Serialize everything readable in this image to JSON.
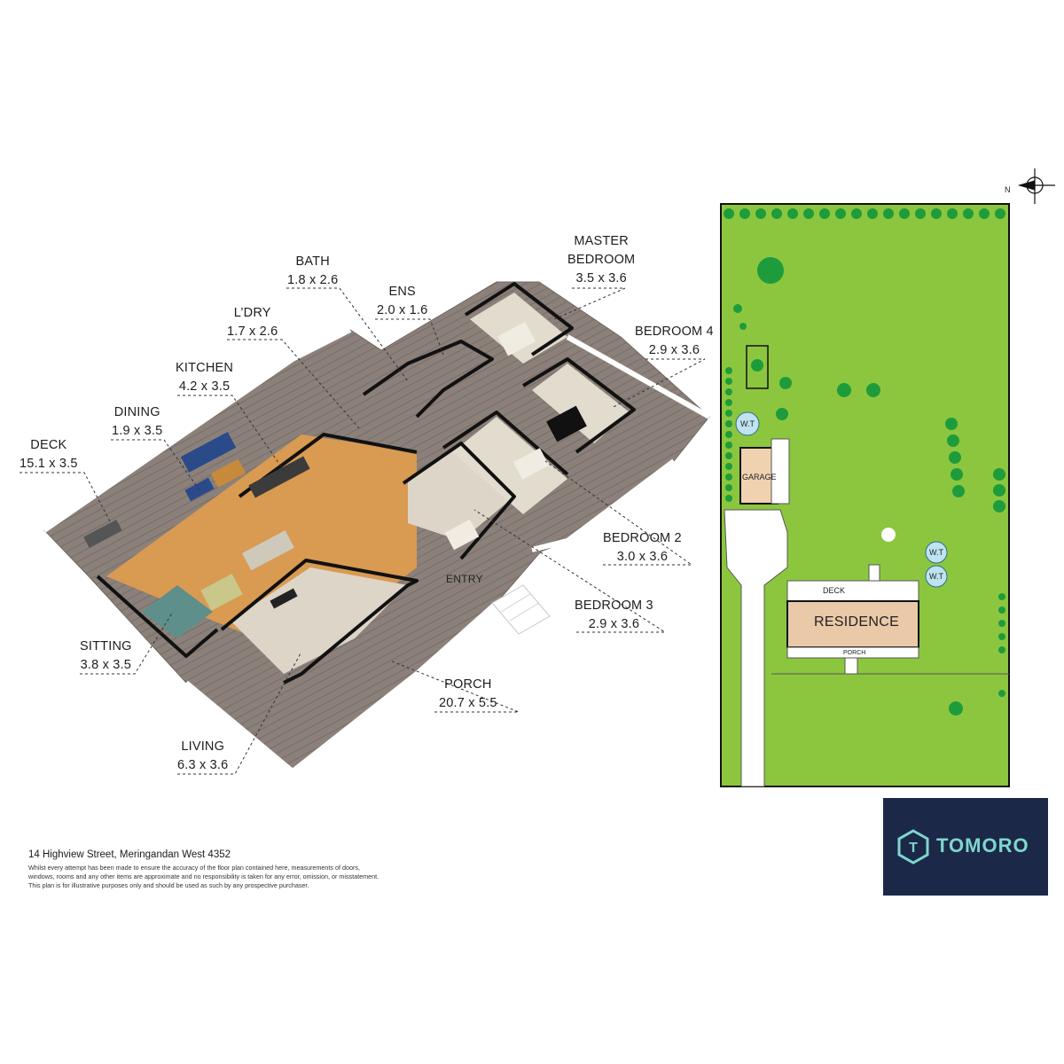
{
  "rooms": {
    "deck": {
      "name": "DECK",
      "dims": "15.1 x 3.5"
    },
    "dining": {
      "name": "DINING",
      "dims": "1.9 x 3.5"
    },
    "kitchen": {
      "name": "KITCHEN",
      "dims": "4.2 x 3.5"
    },
    "laundry": {
      "name": "L’DRY",
      "dims": "1.7 x 2.6"
    },
    "bath": {
      "name": "BATH",
      "dims": "1.8 x 2.6"
    },
    "ensuite": {
      "name": "ENS",
      "dims": "2.0 x 1.6"
    },
    "master_bedroom": {
      "name_line1": "MASTER",
      "name_line2": "BEDROOM",
      "dims": "3.5 x 3.6"
    },
    "bedroom4": {
      "name": "BEDROOM 4",
      "dims": "2.9 x 3.6"
    },
    "bedroom2": {
      "name": "BEDROOM 2",
      "dims": "3.0 x 3.6"
    },
    "bedroom3": {
      "name": "BEDROOM 3",
      "dims": "2.9 x 3.6"
    },
    "porch": {
      "name": "PORCH",
      "dims": "20.7 x 5.5"
    },
    "living": {
      "name": "LIVING",
      "dims": "6.3 x 3.6"
    },
    "sitting": {
      "name": "SITTING",
      "dims": "3.8 x 3.5"
    },
    "entry": {
      "name": "ENTRY"
    }
  },
  "site_plan": {
    "compass": "N",
    "garage": "GARAGE",
    "deck": "DECK",
    "residence": "RESIDENCE",
    "porch": "PORCH",
    "water_tank": "W.T"
  },
  "footer": {
    "address": "14 Highview Street, Meringandan West 4352",
    "disclaimer_lines": [
      "Whilst every attempt has been made to ensure the accuracy of the floor plan contained here, measurements of doors,",
      "windows, rooms and any other items are approximate and no responsibility is taken for any error, omission, or misstatement.",
      "This plan is for illustrative purposes only and should be used as such by any prospective purchaser."
    ]
  },
  "brand": {
    "name": "TOMORO",
    "mark": "T"
  },
  "colors": {
    "lawn": "#8cc63f",
    "tree": "#1e9c3c",
    "floor_timber": "#d99a52",
    "floor_deck": "#8a7f78",
    "carpet": "#ddd6c8",
    "residence": "#e9c9a7",
    "water_tank": "#bfe3f0",
    "brand_bg": "#1c2847",
    "brand_text": "#7fd6cf"
  }
}
